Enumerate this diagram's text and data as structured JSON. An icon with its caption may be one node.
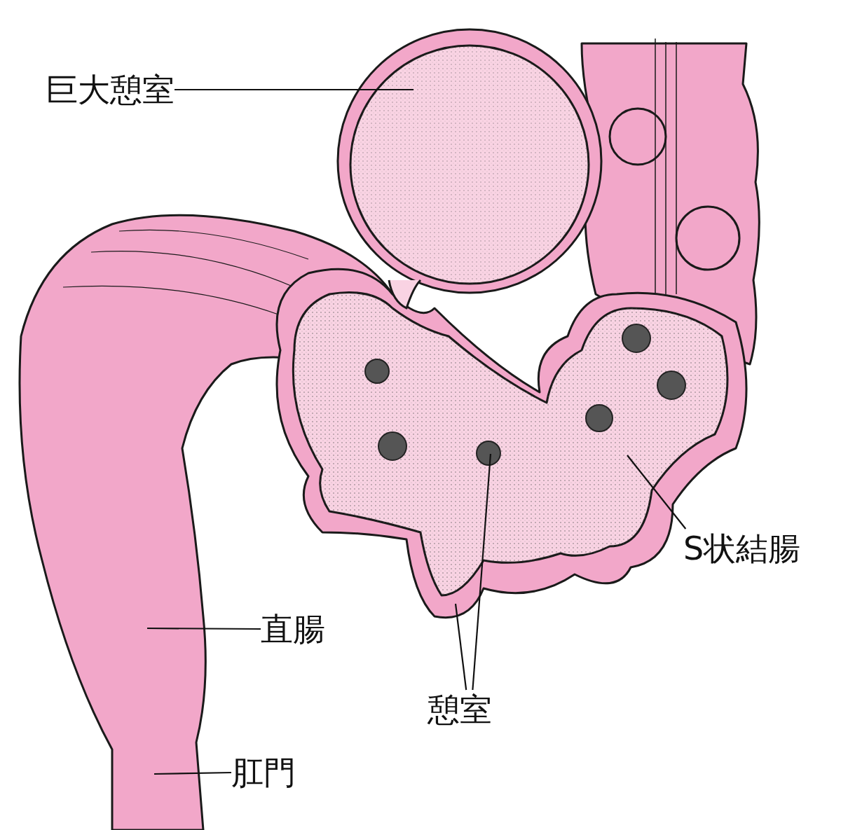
{
  "diagram": {
    "nodes": [
      {
        "text": [
          "巨大憩室"
        ]
      },
      {
        "text": [
          "S状結腸"
        ]
      },
      {
        "text": [
          "直腸"
        ]
      },
      {
        "text": [
          "憩室"
        ]
      },
      {
        "text": [
          "肛門"
        ]
      }
    ],
    "edges": [
      {
        "from": 0,
        "to": null,
        "arrow": "none"
      },
      {
        "from": 1,
        "to": null,
        "arrow": "none"
      },
      {
        "from": 2,
        "to": null,
        "arrow": "none"
      },
      {
        "from": 3,
        "to": null,
        "arrow": "none"
      },
      {
        "from": 3,
        "to": null,
        "arrow": "none"
      },
      {
        "from": 4,
        "to": null,
        "arrow": "none"
      }
    ]
  }
}
